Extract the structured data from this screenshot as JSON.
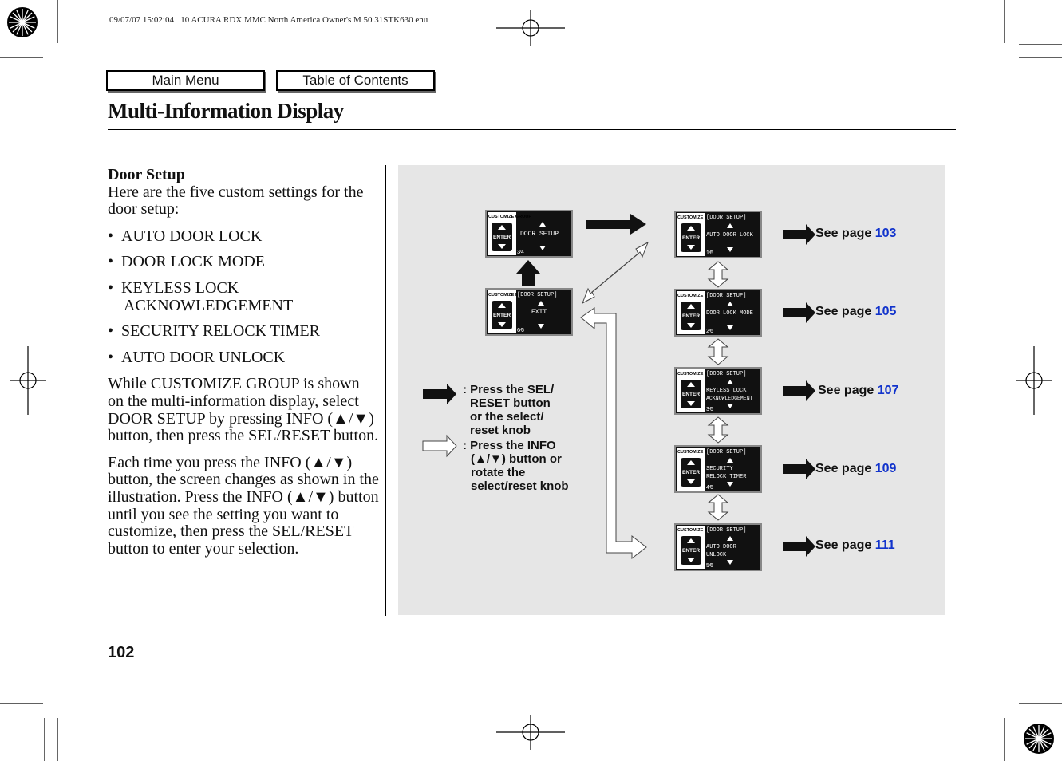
{
  "print_header": "09/07/07 15:02:04   10 ACURA RDX MMC North America Owner's M 50 31STK630 enu",
  "nav": {
    "main_menu": "Main Menu",
    "toc": "Table of Contents"
  },
  "title": "Multi-Information Display",
  "section": {
    "heading": "Door Setup",
    "intro": "Here are the five custom settings for the door setup:",
    "bullets": [
      "AUTO DOOR LOCK",
      "DOOR LOCK MODE",
      "KEYLESS LOCK ACKNOWLEDGEMENT",
      "SECURITY RELOCK TIMER",
      "AUTO DOOR UNLOCK"
    ],
    "para1": "While CUSTOMIZE GROUP is shown on the multi-information display, select DOOR SETUP by pressing INFO (▲/▼) button, then press the SEL/RESET button.",
    "para2": "Each time you press the INFO (▲/▼) button, the screen changes as shown in the illustration. Press the INFO (▲/▼) button until you see the setting you want to customize, then press the SEL/RESET button to enter your selection."
  },
  "page_number": "102",
  "diagram": {
    "screens": {
      "group": {
        "left": "CUSTOMIZE GROUP",
        "main": "DOOR SETUP",
        "frac": "3⁄4"
      },
      "exit": {
        "left": "CUSTOMIZE MENU",
        "header": "[DOOR SETUP]",
        "main": "EXIT",
        "frac": "6⁄6"
      },
      "s1": {
        "left": "CUSTOMIZE MENU",
        "header": "[DOOR SETUP]",
        "line1": "AUTO DOOR LOCK",
        "line2": "",
        "frac": "1⁄6"
      },
      "s2": {
        "left": "CUSTOMIZE MENU",
        "header": "[DOOR SETUP]",
        "line1": "DOOR LOCK MODE",
        "line2": "",
        "frac": "2⁄6"
      },
      "s3": {
        "left": "CUSTOMIZE MENU",
        "header": "[DOOR SETUP]",
        "line1": "KEYLESS LOCK",
        "line2": "ACKNOWLEDGEMENT",
        "frac": "3⁄6"
      },
      "s4": {
        "left": "CUSTOMIZE MENU",
        "header": "[DOOR SETUP]",
        "line1": "SECURITY",
        "line2": "RELOCK TIMER",
        "frac": "4⁄6"
      },
      "s5": {
        "left": "CUSTOMIZE MENU",
        "header": "[DOOR SETUP]",
        "line1": "AUTO DOOR",
        "line2": "UNLOCK",
        "frac": "5⁄6"
      }
    },
    "enter_label": "ENTER",
    "see_pages": [
      {
        "label": "See page",
        "num": "103"
      },
      {
        "label": "See page",
        "num": "105"
      },
      {
        "label": "See page",
        "num": "107"
      },
      {
        "label": "See page",
        "num": "109"
      },
      {
        "label": "See page",
        "num": "111"
      }
    ],
    "legend": {
      "sel": [
        ": Press the SEL/",
        "RESET button",
        "or the select/",
        "reset knob"
      ],
      "info": [
        ": Press the INFO",
        "(▲/▼) button or",
        "rotate the",
        "select/reset knob"
      ]
    }
  }
}
